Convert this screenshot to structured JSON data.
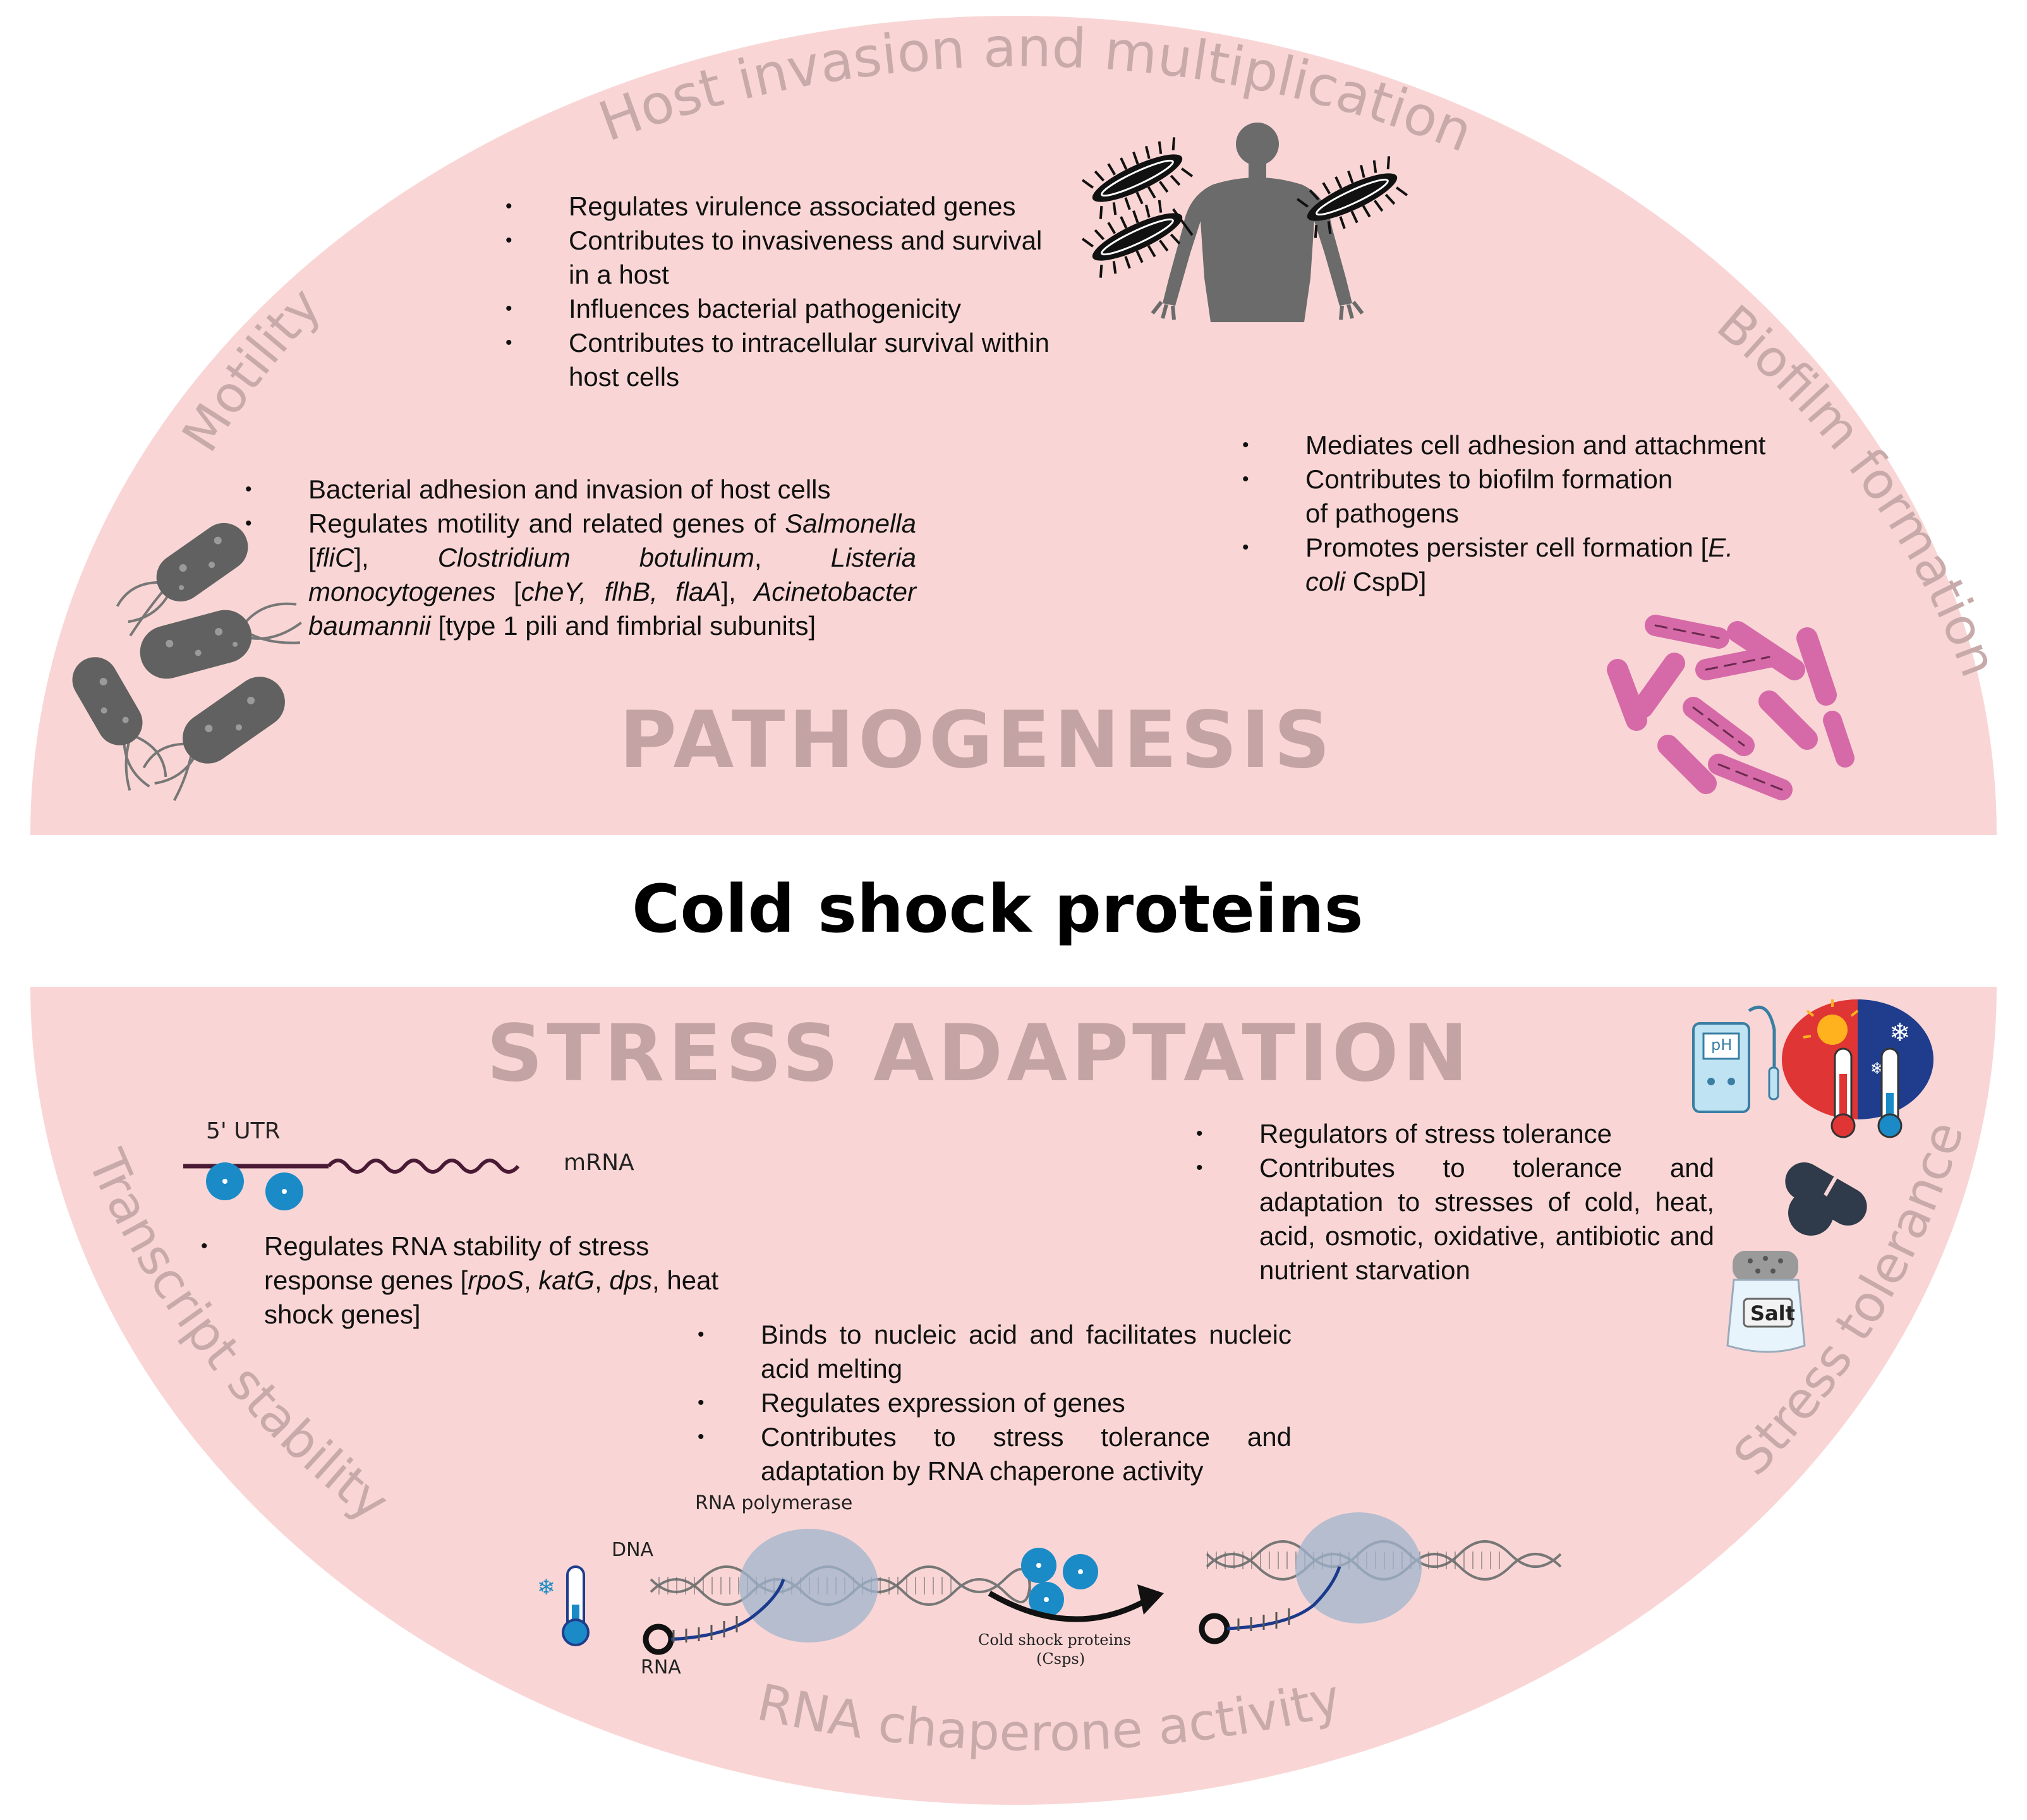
{
  "center_title": "Cold shock proteins",
  "top": {
    "title": "PATHOGENESIS",
    "arc_labels": {
      "host": "Host invasion and multiplication",
      "motility": "Motility",
      "biofilm": "Biofilm formation"
    },
    "host_bullets": [
      "Regulates virulence associated genes",
      "Contributes to invasiveness and survival in a host",
      "Influences bacterial pathogenicity",
      "Contributes to intracellular survival within host cells"
    ],
    "motility_bullets": {
      "b1": "Bacterial adhesion and invasion of host cells",
      "b2": {
        "t1": "Regulates motility and related genes of ",
        "i1": "Salmonella",
        "t2": " [",
        "i2": "fliC",
        "t3": "], ",
        "i3": "Clostridium botulinum",
        "t4": ", ",
        "i4": "Listeria monocytogenes",
        "t5": " [",
        "i5": "cheY, flhB, flaA",
        "t6": "], ",
        "i6": "Acinetobacter baumannii",
        "t7": " [type 1 pili and fimbrial subunits]"
      }
    },
    "biofilm_bullets": {
      "b1": "Mediates cell adhesion and attachment",
      "b2": "Contributes to biofilm formation of pathogens",
      "b3": {
        "t1": "Promotes persister cell formation [",
        "i1": "E. coli",
        "t2": " CspD]"
      }
    }
  },
  "bottom": {
    "title": "STRESS ADAPTATION",
    "arc_labels": {
      "transcript": "Transcript stability",
      "rna": "RNA chaperone activity",
      "stress": "Stress tolerance"
    },
    "transcript_bullet": {
      "t1": "Regulates RNA stability of stress response genes [",
      "i1": "rpoS",
      "t2": ", ",
      "i2": "katG",
      "t3": ", ",
      "i3": "dps",
      "t4": ", heat shock genes]"
    },
    "stress_bullets": [
      "Regulators of stress tolerance",
      "Contributes to tolerance and adaptation to stresses of cold, heat, acid, osmotic, oxidative, antibiotic and nutrient starvation"
    ],
    "chaperone_bullets": [
      "Binds to nucleic acid and facilitates nucleic acid melting",
      "Regulates expression of genes",
      "Contributes to stress tolerance and adaptation by RNA chaperone activity"
    ],
    "mrna_labels": {
      "utr": "5' UTR",
      "mrna": "mRNA"
    },
    "diagram_labels": {
      "rnap": "RNA polymerase",
      "dna": "DNA",
      "rna": "RNA",
      "csp1": "Cold shock proteins",
      "csp2": "(Csps)"
    },
    "icon_texts": {
      "ph": "pH",
      "salt": "Salt"
    }
  },
  "colors": {
    "background_pink": "#f9d6d5",
    "section_title": "#c3a3a3",
    "arc_label": "#c8aaaa",
    "csp_blue": "#1b8bc7",
    "biofilm_pink": "#d66aa8",
    "bacteria_gray": "#616161"
  }
}
